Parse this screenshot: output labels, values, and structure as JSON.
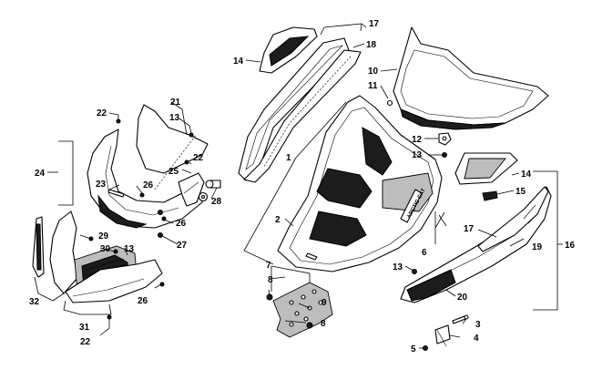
{
  "diagram": {
    "hood_decal_text": "ARCTIC CAT",
    "colors": {
      "line": "#000000",
      "background": "#ffffff",
      "shade": "#bdbdbd",
      "dark": "#1c1c1c"
    },
    "callouts": {
      "c1": "1",
      "c2": "2",
      "c3": "3",
      "c4": "4",
      "c5": "5",
      "c6": "6",
      "c7": "7",
      "c8a": "8",
      "c8b": "8",
      "c9": "9",
      "c10": "10",
      "c11": "11",
      "c12": "12",
      "c13a": "13",
      "c13b": "13",
      "c13c": "13",
      "c13d": "13",
      "c14a": "14",
      "c14b": "14",
      "c15": "15",
      "c16": "16",
      "c17a": "17",
      "c17b": "17",
      "c18": "18",
      "c19": "19",
      "c20": "20",
      "c21": "21",
      "c22a": "22",
      "c22b": "22",
      "c22c": "22",
      "c23": "23",
      "c24": "24",
      "c25": "25",
      "c26a": "26",
      "c26b": "26",
      "c26c": "26",
      "c27": "27",
      "c28": "28",
      "c29": "29",
      "c30": "30",
      "c31": "31",
      "c32": "32"
    }
  }
}
